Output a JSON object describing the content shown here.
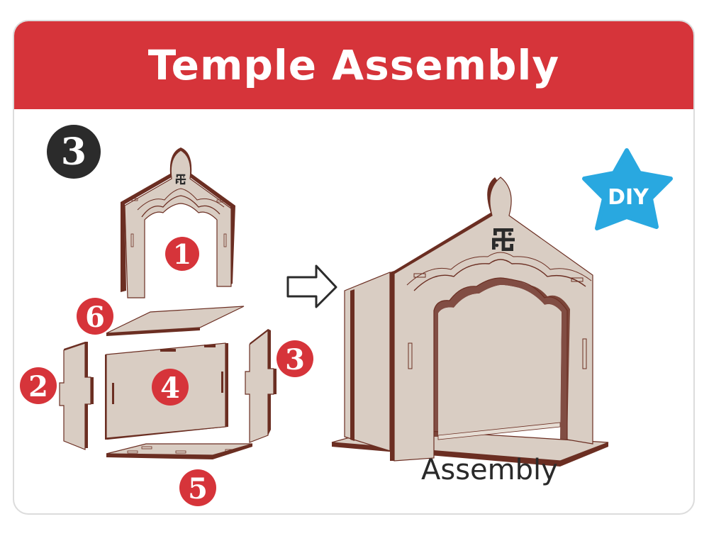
{
  "title": "Temple Assembly",
  "step_number": "3",
  "badge": "DIY",
  "caption": "Assembly",
  "part_labels": [
    "1",
    "2",
    "3",
    "4",
    "5",
    "6"
  ],
  "colors": {
    "banner": "#d6343a",
    "panel": "#d9cdc3",
    "edge": "#6b2e22",
    "label_circle": "#d6343a",
    "step_circle": "#2b2b2b",
    "badge_star": "#29a8e0"
  },
  "icons": [
    "swastika-icon",
    "arrow-right-icon",
    "star-badge-icon"
  ]
}
